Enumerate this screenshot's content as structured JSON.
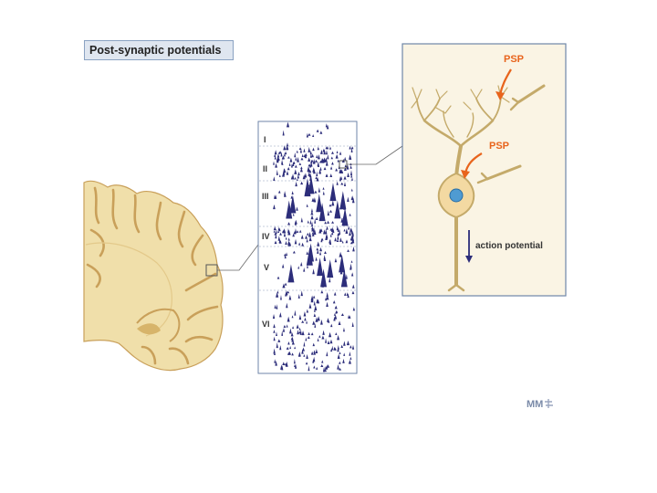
{
  "title": "Post-synaptic potentials",
  "cortex_layers": [
    "I",
    "II",
    "III",
    "IV",
    "V",
    "VI"
  ],
  "neuron": {
    "psp_top_label": "PSP",
    "psp_lower_label": "PSP",
    "action_potential_label": "action potential"
  },
  "logo_text": "MM",
  "colors": {
    "brain": "#f0dfaa",
    "brain_sulcus": "#c9a05a",
    "neuron": "#c4aa6a",
    "inset_bg": "#faf4e4",
    "psp_arrow": "#e8641c",
    "cell_stain": "#2c2d7a",
    "title_bg": "#dfe6f0"
  }
}
